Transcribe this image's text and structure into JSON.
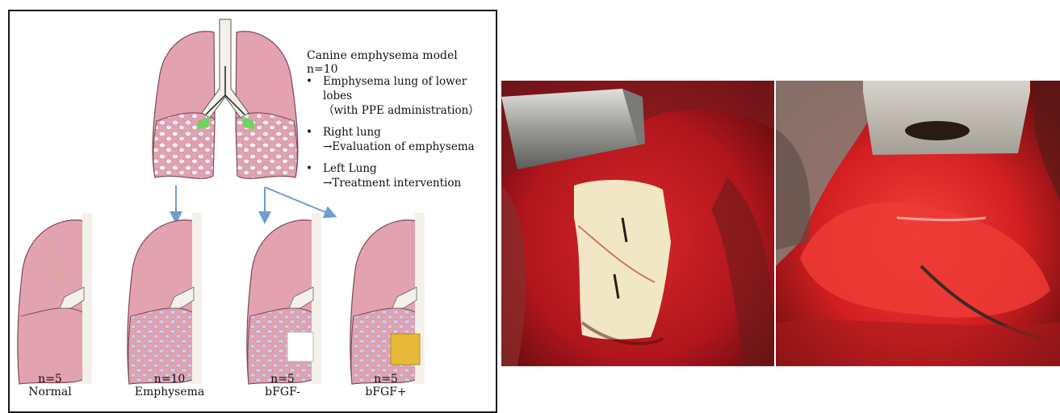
{
  "diagram": {
    "title": "Canine emphysema model　n=10",
    "bullets": [
      {
        "lines": [
          "Emphysema lung of lower lobes",
          "（with PPE administration）"
        ]
      },
      {
        "lines": [
          "Right lung",
          "→Evaluation of emphysema"
        ]
      },
      {
        "lines": [
          "Left Lung",
          "→Treatment intervention"
        ]
      }
    ],
    "groups": [
      {
        "count": "n=5",
        "name": "Normal"
      },
      {
        "count": "n=10",
        "name": "Emphysema"
      },
      {
        "count": "n=5",
        "name": "bFGF-"
      },
      {
        "count": "n=5",
        "name": "bFGF+"
      }
    ],
    "colors": {
      "lung": "#e3a2b0",
      "lung_outline": "#7a4a55",
      "alveoli": "#c9cdea",
      "trachea": "#f3f1ea",
      "arrow": "#6f9ccf",
      "ppe_marker": "#6bd65f",
      "patch_minus": "#ffffff",
      "patch_plus": "#e6b93a"
    }
  },
  "photos": [
    {
      "name": "surgical-photo-patch"
    },
    {
      "name": "surgical-photo-lung"
    }
  ]
}
